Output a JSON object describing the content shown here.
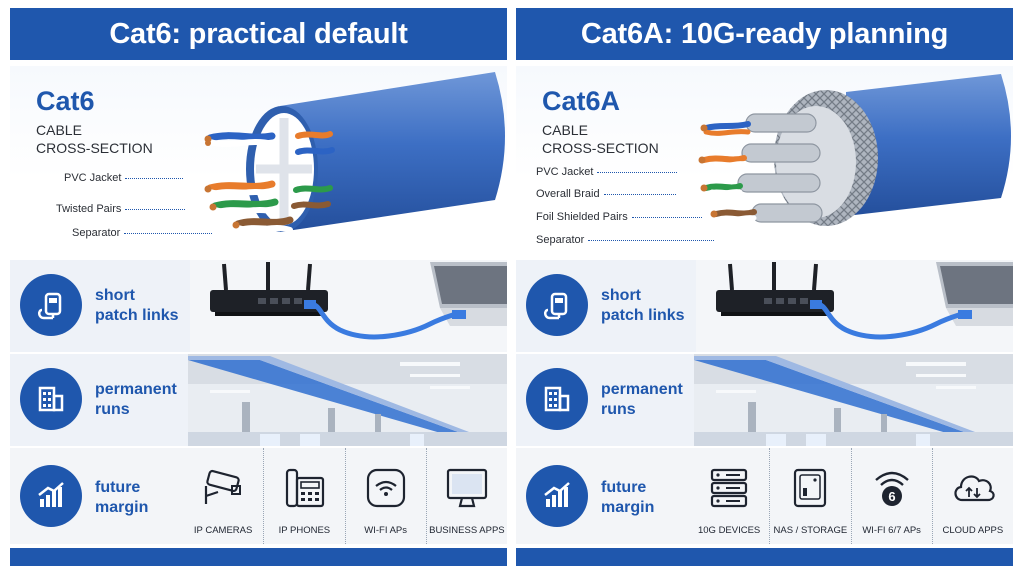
{
  "left": {
    "header": "Cat6: practical default",
    "cable_title": "Cat6",
    "cable_sub_1": "CABLE",
    "cable_sub_2": "CROSS-SECTION",
    "labels": [
      "PVC Jacket",
      "Twisted Pairs",
      "Separator"
    ],
    "rows": {
      "patch": [
        "short",
        "patch links"
      ],
      "runs": [
        "permanent",
        "runs"
      ],
      "margin": [
        "future",
        "margin"
      ]
    },
    "devices": [
      "IP CAMERAS",
      "IP PHONES",
      "WI-FI APs",
      "BUSINESS APPS"
    ]
  },
  "right": {
    "header": "Cat6A: 10G-ready planning",
    "cable_title": "Cat6A",
    "cable_sub_1": "CABLE",
    "cable_sub_2": "CROSS-SECTION",
    "labels": [
      "PVC Jacket",
      "Overall Braid",
      "Foil Shielded Pairs",
      "Separator"
    ],
    "rows": {
      "patch": [
        "short",
        "patch links"
      ],
      "runs": [
        "permanent",
        "runs"
      ],
      "margin": [
        "future",
        "margin"
      ]
    },
    "devices": [
      "10G DEVICES",
      "NAS / STORAGE",
      "WI-FI 6/7 APs",
      "CLOUD APPS"
    ]
  },
  "colors": {
    "brand_blue": "#1f57ad",
    "cable_blue": "#3d6fc4",
    "copper": "#c87533"
  },
  "icons": [
    "ethernet-plug-icon",
    "building-icon",
    "growth-chart-icon",
    "security-camera-icon",
    "desk-phone-icon",
    "wifi-icon",
    "monitor-icon",
    "server-rack-icon",
    "nas-drive-icon",
    "wifi6-icon",
    "cloud-sync-icon"
  ]
}
